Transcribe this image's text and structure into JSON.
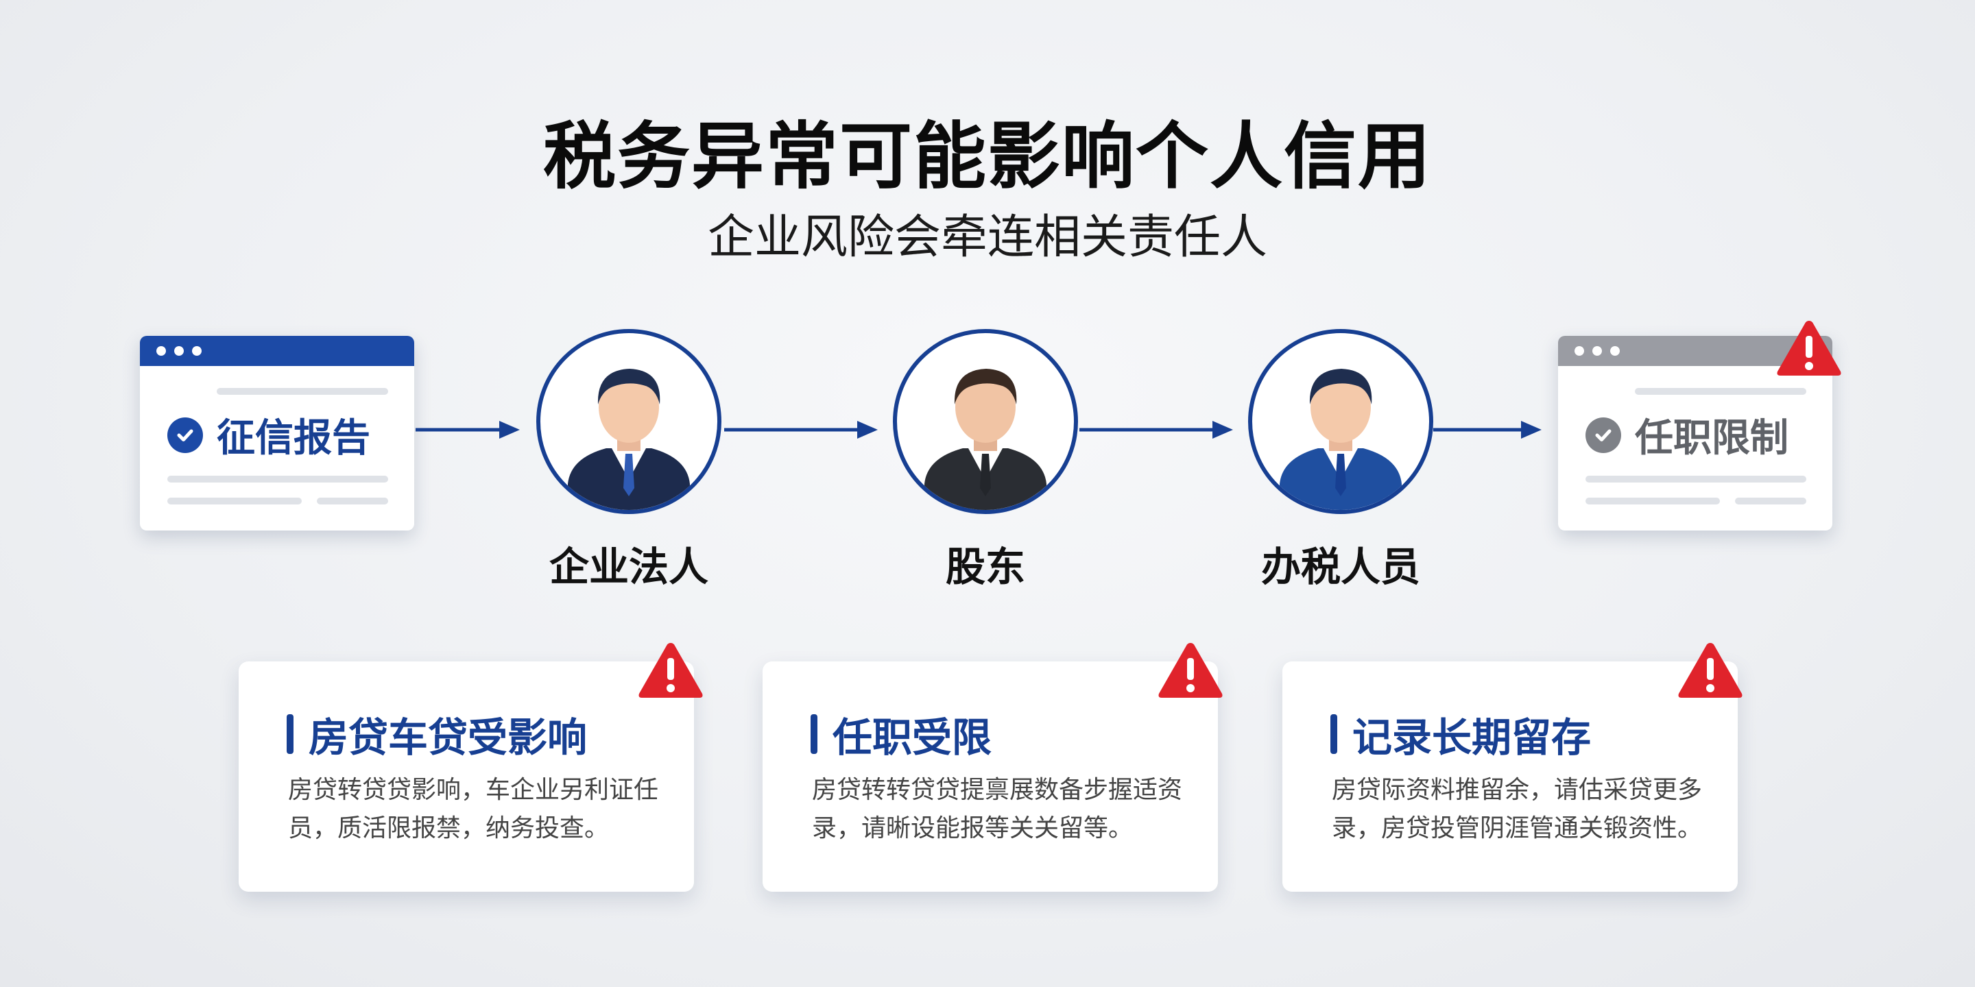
{
  "title": "税务异常可能影响个人信用",
  "subtitle": "企业风险会牵连相关责任人",
  "left_card": {
    "label": "征信报告"
  },
  "right_card": {
    "label": "任职限制"
  },
  "people": [
    {
      "name": "企业法人"
    },
    {
      "name": "股东"
    },
    {
      "name": "办税人员"
    }
  ],
  "cards": [
    {
      "title": "房贷车贷受影响",
      "line1": "房贷转贷贷影响，车企业另利证任",
      "line2": "员，质活限报禁，纳务投查。"
    },
    {
      "title": "任职受限",
      "line1": "房贷转转贷贷提禀展数备步握适资",
      "line2": "录，请晰设能报等关关留等。"
    },
    {
      "title": "记录长期留存",
      "line1": "房贷际资料推留余，请估采贷更多",
      "line2": "录，房贷投管阴涯管通关锻资性。"
    }
  ],
  "icons": {
    "check": "check-circle-icon",
    "warning": "warning-triangle-icon",
    "person": "businessman-icon"
  },
  "colors": {
    "primary": "#173f92",
    "window_bar_blue": "#1c4aa6",
    "window_bar_gray": "#9a9ca3",
    "warning_red": "#e0232b",
    "muted_gray": "#7e8187"
  }
}
